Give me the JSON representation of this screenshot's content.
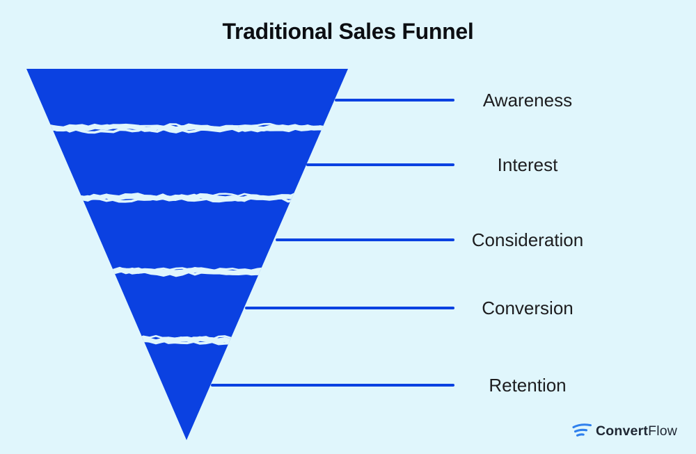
{
  "title": "Traditional Sales Funnel",
  "funnel": {
    "stages": [
      {
        "label": "Awareness"
      },
      {
        "label": "Interest"
      },
      {
        "label": "Consideration"
      },
      {
        "label": "Conversion"
      },
      {
        "label": "Retention"
      }
    ]
  },
  "logo": {
    "brand_bold": "Convert",
    "brand_light": "Flow"
  },
  "colors": {
    "background": "#e0f6fc",
    "funnel_blue": "#0b41e1",
    "connector_blue": "#0b41e1",
    "title_text": "#0c0e12",
    "label_text": "#1d1d1f",
    "logo_text": "#1f2733",
    "logo_icon_blue": "#2f80ed"
  }
}
